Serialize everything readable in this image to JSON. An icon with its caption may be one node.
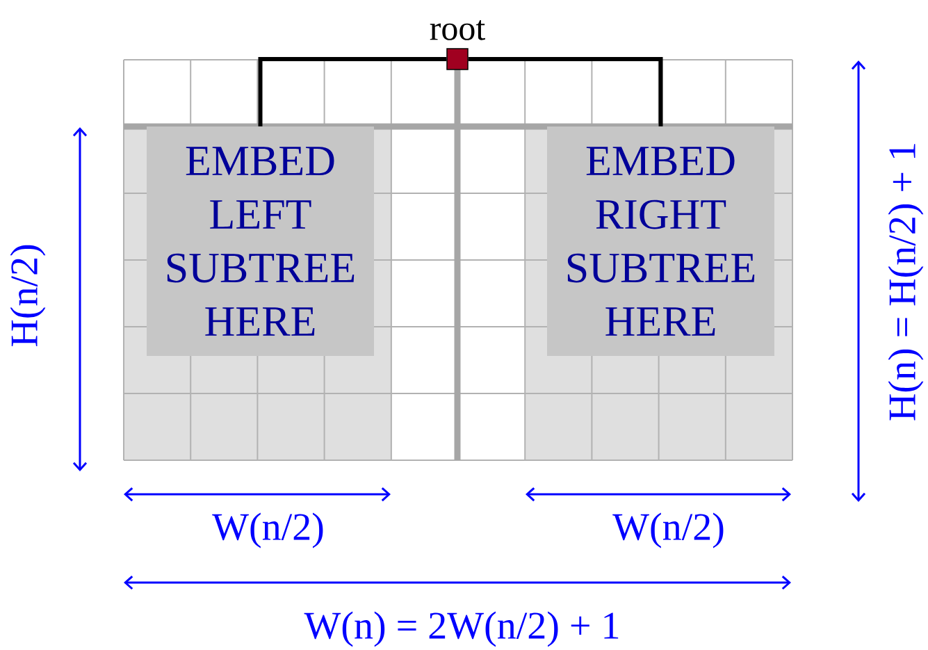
{
  "diagram": {
    "nodes": [
      {
        "text": [],
        "shape": "box",
        "beside": [
          "root"
        ]
      },
      {
        "text": [
          "EMBED LEFT SUBTREE HERE"
        ]
      },
      {
        "text": [
          "EMBED RIGHT SUBTREE HERE"
        ]
      }
    ],
    "edges": [
      {
        "from": 0,
        "to": 1,
        "arrow": "none"
      },
      {
        "from": 0,
        "to": 2,
        "arrow": "none"
      }
    ],
    "labels": [
      "H(n/2)",
      "W(n/2)",
      "W(n/2)",
      "W(n) = 2W(n/2) + 1",
      "H(n) = H(n/2) + 1"
    ]
  }
}
